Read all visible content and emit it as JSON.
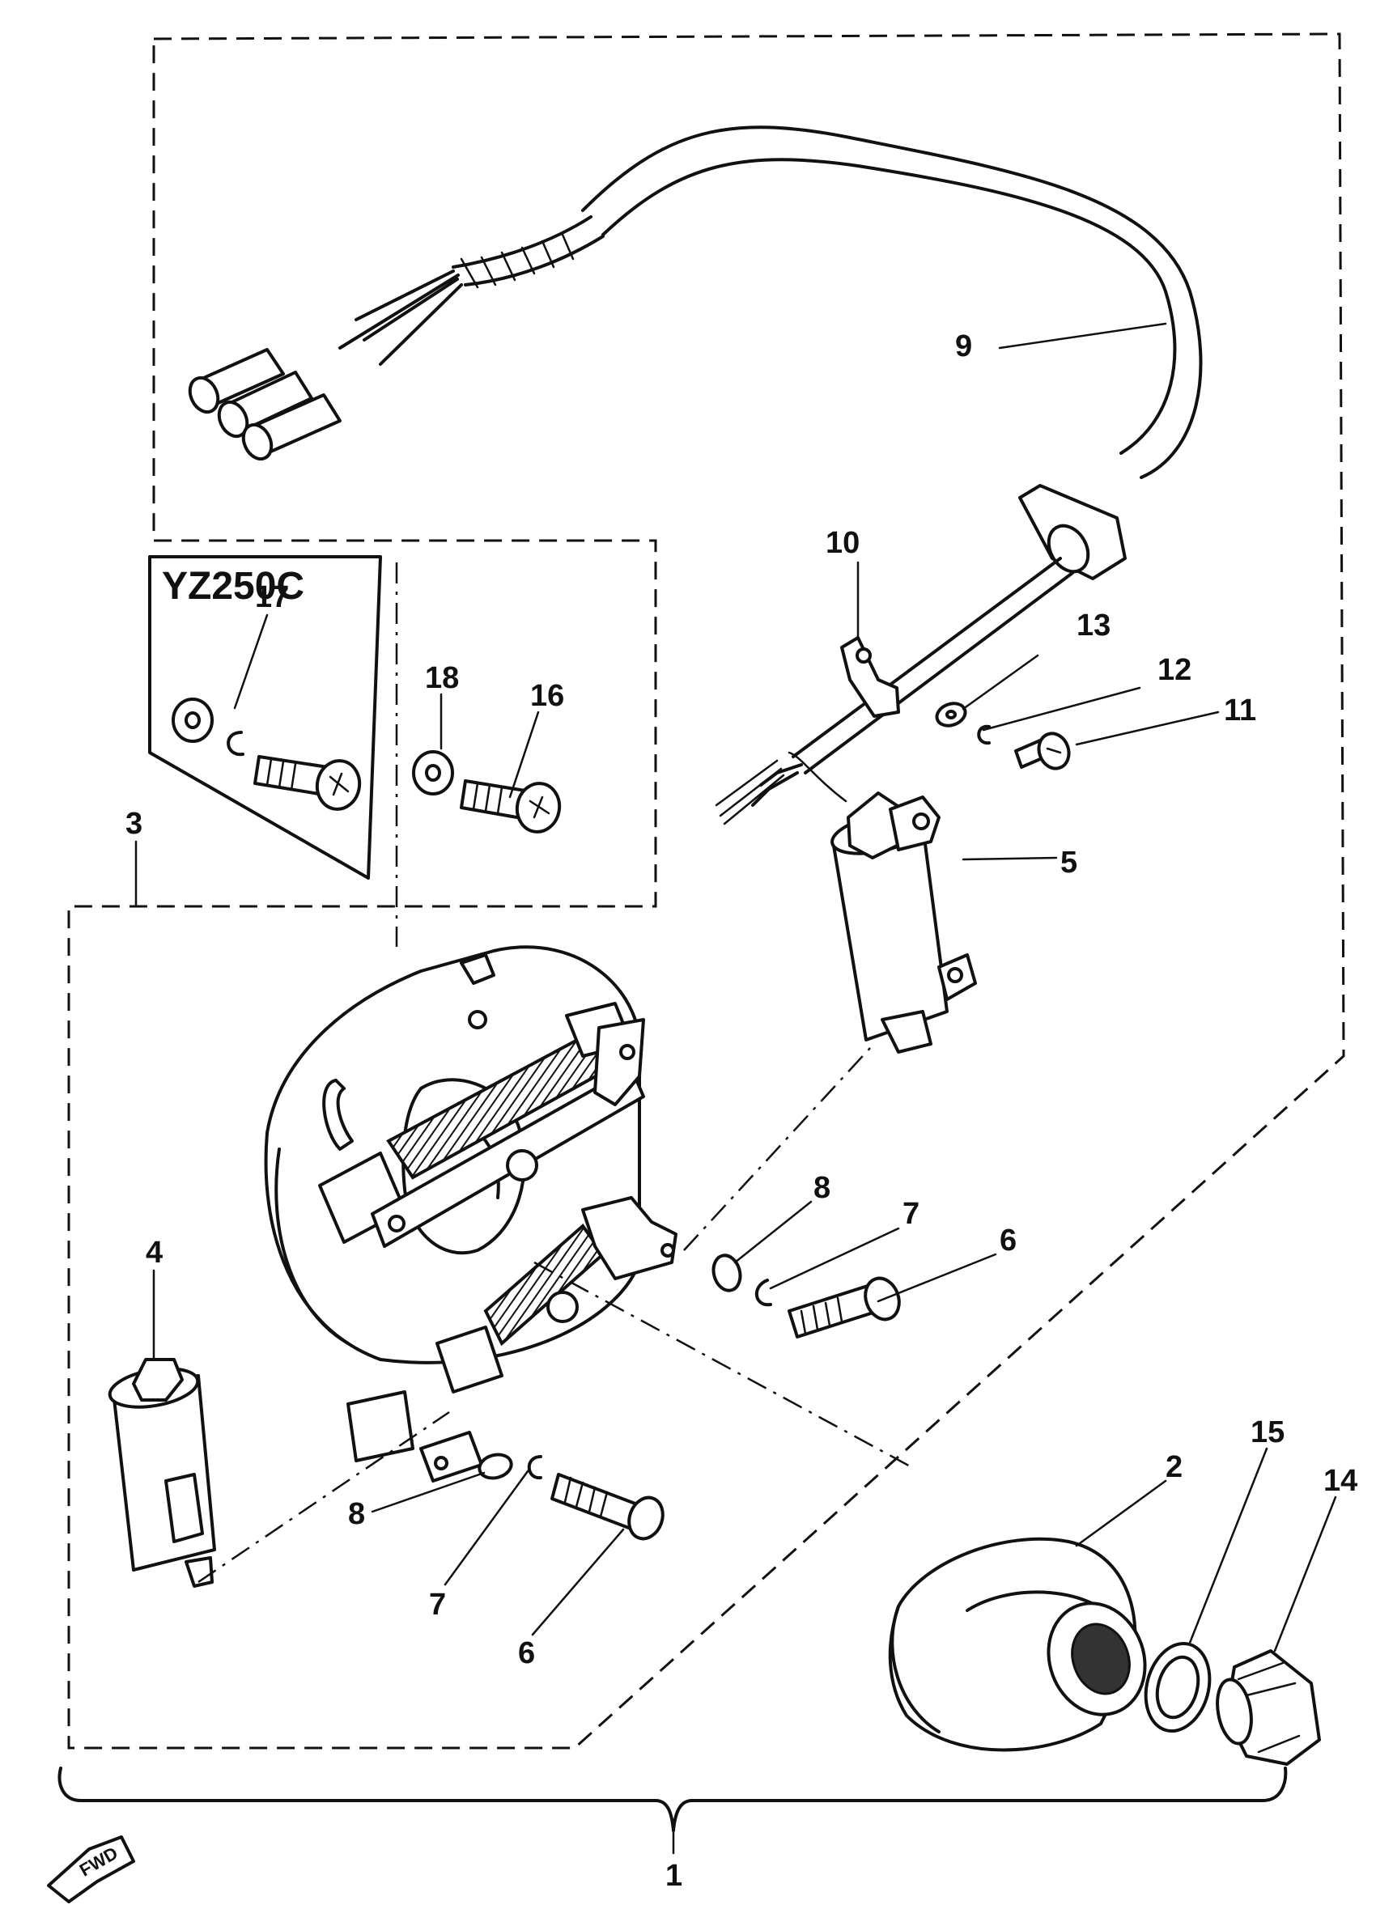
{
  "callouts": {
    "c1": "1",
    "c2": "2",
    "c3": "3",
    "c4": "4",
    "c5": "5",
    "c6a": "6",
    "c6b": "6",
    "c7a": "7",
    "c7b": "7",
    "c8a": "8",
    "c8b": "8",
    "c9": "9",
    "c10": "10",
    "c11": "11",
    "c12": "12",
    "c13": "13",
    "c14": "14",
    "c15": "15",
    "c16": "16",
    "c17": "17",
    "c18": "18"
  },
  "variant_box": {
    "label": "YZ250C"
  },
  "direction_marker": {
    "label": "FWD"
  }
}
